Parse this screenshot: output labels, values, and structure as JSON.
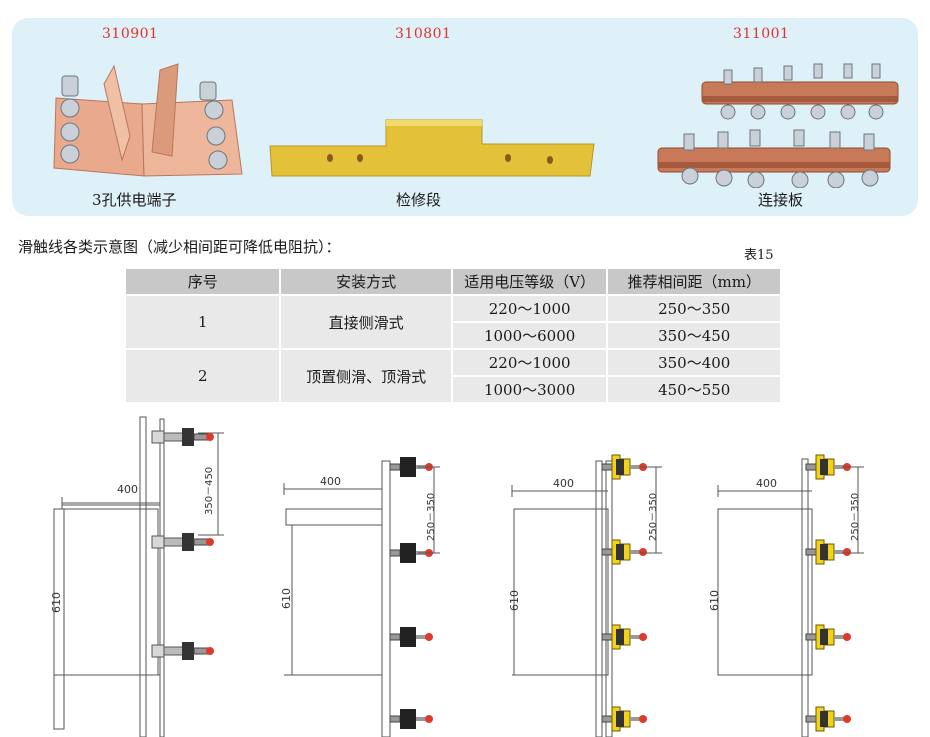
{
  "products": [
    {
      "code": "310901",
      "name": "3孔供电端子"
    },
    {
      "code": "310801",
      "name": "检修段"
    },
    {
      "code": "311001",
      "name": "连接板"
    }
  ],
  "caption": "滑触线各类示意图（减少相间距可降低电阻抗）：",
  "table_label": "表15",
  "table": {
    "headers": [
      "序号",
      "安装方式",
      "适用电压等级（V）",
      "推荐相间距（mm）"
    ],
    "groups": [
      {
        "no": "1",
        "method": "直接侧滑式",
        "rows": [
          {
            "voltage": "220～1000",
            "spacing": "250～350"
          },
          {
            "voltage": "1000～6000",
            "spacing": "350～450"
          }
        ]
      },
      {
        "no": "2",
        "method": "顶置侧滑、顶滑式",
        "rows": [
          {
            "voltage": "220～1000",
            "spacing": "350～400"
          },
          {
            "voltage": "1000～3000",
            "spacing": "450～550"
          }
        ]
      }
    ]
  },
  "diagrams": [
    {
      "width_dim": "400",
      "height_dim": "610",
      "spacing_dim": "350－450"
    },
    {
      "width_dim": "400",
      "height_dim": "610",
      "spacing_dim": "250－350"
    },
    {
      "width_dim": "400",
      "height_dim": "610",
      "spacing_dim": "250－350"
    },
    {
      "width_dim": "400",
      "height_dim": "610",
      "spacing_dim": "250－350"
    }
  ]
}
